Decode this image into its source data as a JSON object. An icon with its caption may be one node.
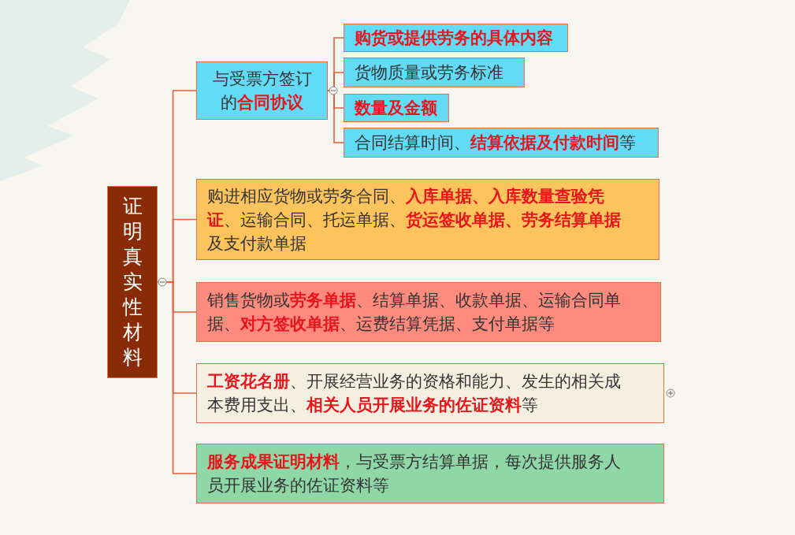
{
  "diagram": {
    "nodes": [
      {
        "text": [
          "证明真实性材料"
        ]
      },
      {
        "text": [
          "与受票方签订的**合同协议**"
        ]
      },
      {
        "text": [
          "购货或提供劳务的具体内容"
        ]
      },
      {
        "text": [
          "货物质量或劳务标准"
        ]
      },
      {
        "text": [
          "数量及金额"
        ]
      },
      {
        "text": [
          "合同结算时间、**结算依据及付款时间**等"
        ]
      },
      {
        "text": [
          "购进相应货物或劳务合同、**入库单据、入库数量查验凭证**、运输合同、托运单据、**货运签收单据、劳务结算单据**及支付款单据"
        ]
      },
      {
        "text": [
          "销售货物或**劳务单据**、结算单据、收款单据、运输合同单据、**对方签收单据**、运费结算凭据、支付单据等"
        ]
      },
      {
        "text": [
          "**工资花名册**、开展经营业务的资格和能力、发生的相关成本费用支出、**相关人员开展业务的佐证资料**等"
        ]
      },
      {
        "text": [
          "**服务成果证明材料**，与受票方结算单据，每次提供服务人员开展业务的佐证资料等"
        ]
      }
    ],
    "edges": [
      {
        "from": 0,
        "to": 1,
        "arrow": "none"
      },
      {
        "from": 0,
        "to": 6,
        "arrow": "none"
      },
      {
        "from": 0,
        "to": 7,
        "arrow": "none"
      },
      {
        "from": 0,
        "to": 8,
        "arrow": "none"
      },
      {
        "from": 0,
        "to": 9,
        "arrow": "none"
      },
      {
        "from": 1,
        "to": 2,
        "arrow": "none"
      },
      {
        "from": 1,
        "to": 3,
        "arrow": "none"
      },
      {
        "from": 1,
        "to": 4,
        "arrow": "none"
      },
      {
        "from": 1,
        "to": 5,
        "arrow": "none"
      }
    ]
  }
}
